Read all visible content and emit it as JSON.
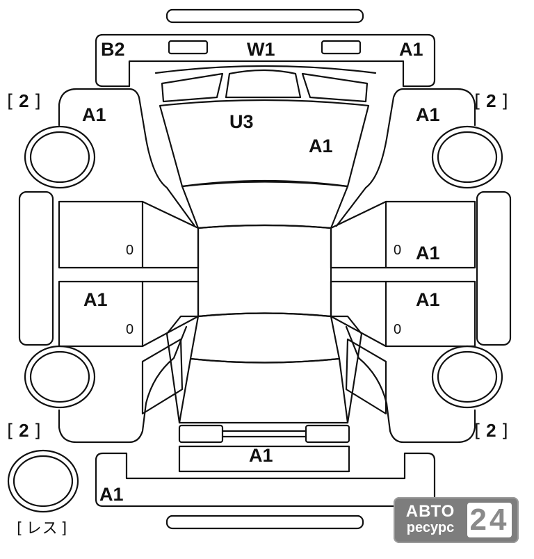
{
  "marks": {
    "top_left": "B2",
    "top_center": "W1",
    "top_right": "A1",
    "hood_upper_left": "A1",
    "hood_upper_right": "A1",
    "windshield_a": "U3",
    "windshield_b": "A1",
    "right_front_door": "A1",
    "left_rear_door": "A1",
    "right_rear_door": "A1",
    "rear_center": "A1",
    "rear_bumper_left": "A1"
  },
  "brackets": {
    "front_left": "2",
    "front_right": "2",
    "rear_left": "2",
    "rear_right": "2",
    "spare": "レス"
  },
  "zeros": {
    "left_front_handle": "0",
    "left_rear_handle": "0",
    "right_front_handle": "0",
    "right_rear_handle": "0"
  },
  "watermark": {
    "line1": "АВТО",
    "line2": "ресурс",
    "number": "24"
  }
}
